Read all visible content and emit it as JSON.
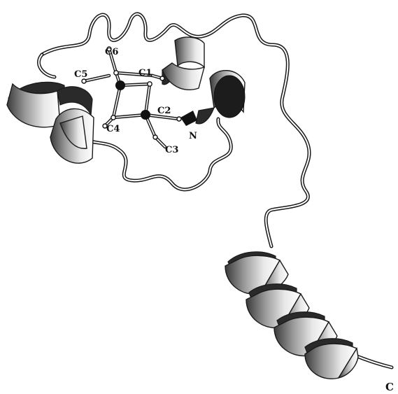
{
  "diagram": {
    "labels": {
      "c1": "C1",
      "c2": "C2",
      "c3": "C3",
      "c4": "C4",
      "c5": "C5",
      "c6": "C6",
      "n_term": "N",
      "c_term": "C"
    }
  }
}
